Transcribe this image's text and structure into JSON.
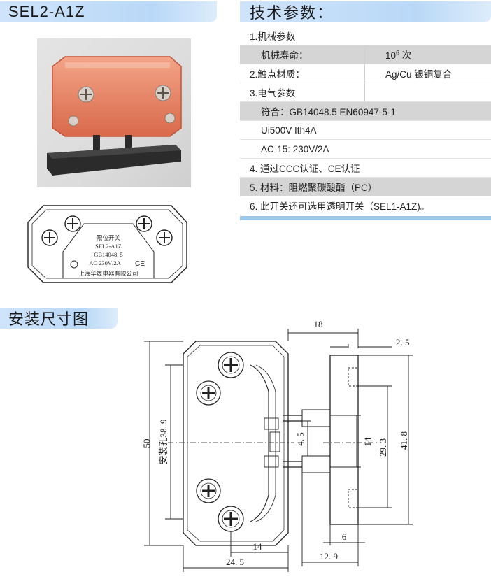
{
  "model": "SEL2-A1Z",
  "tech_title": "技术参数：",
  "dim_title": "安装尺寸图",
  "device_label": {
    "line1": "限位开关",
    "line2": "SEL2-A1Z",
    "line3": "GB14048. 5",
    "line4": "AC  230V/2A",
    "ce": "CE",
    "maker": "上海华晟电器有限公司"
  },
  "params": [
    {
      "label": "1.机械参数",
      "value": "",
      "shaded": false,
      "indent": false
    },
    {
      "label": "机械寿命：",
      "value": "10",
      "sup": "6",
      "value_suffix": " 次",
      "shaded": true,
      "indent": true
    },
    {
      "label": "2.触点材质：",
      "value": "Ag/Cu 银铜复合",
      "shaded": false,
      "indent": false
    },
    {
      "label": "3.电气参数",
      "value": "",
      "shaded": false,
      "indent": false
    },
    {
      "label": "符合：GB14048.5  EN60947-5-1",
      "value": "",
      "shaded": true,
      "indent": true
    },
    {
      "label": "Ui500V   Ith4A",
      "value": "",
      "shaded": false,
      "indent": true
    },
    {
      "label": "AC-15: 230V/2A",
      "value": "",
      "shaded": false,
      "indent": true
    },
    {
      "label": "4. 通过CCC认证、CE认证",
      "value": "",
      "shaded": false,
      "indent": false
    },
    {
      "label": "5. 材料：阻燃聚碳酸酯（PC）",
      "value": "",
      "shaded": true,
      "indent": false
    },
    {
      "label": "6. 此开关还可选用透明开关（SEL1-A1Z)。",
      "value": "",
      "shaded": false,
      "indent": false
    }
  ],
  "dimensions": {
    "d18": "18",
    "d2_5": "2. 5",
    "d50": "50",
    "d38_9": "安装孔38. 9",
    "d4_5": "4. 5",
    "d14v": "14",
    "d29_3": "29. 3",
    "d41_8": "41. 8",
    "d14h": "14",
    "d24_5": "24. 5",
    "d6": "6",
    "d12_9": "12. 9"
  }
}
